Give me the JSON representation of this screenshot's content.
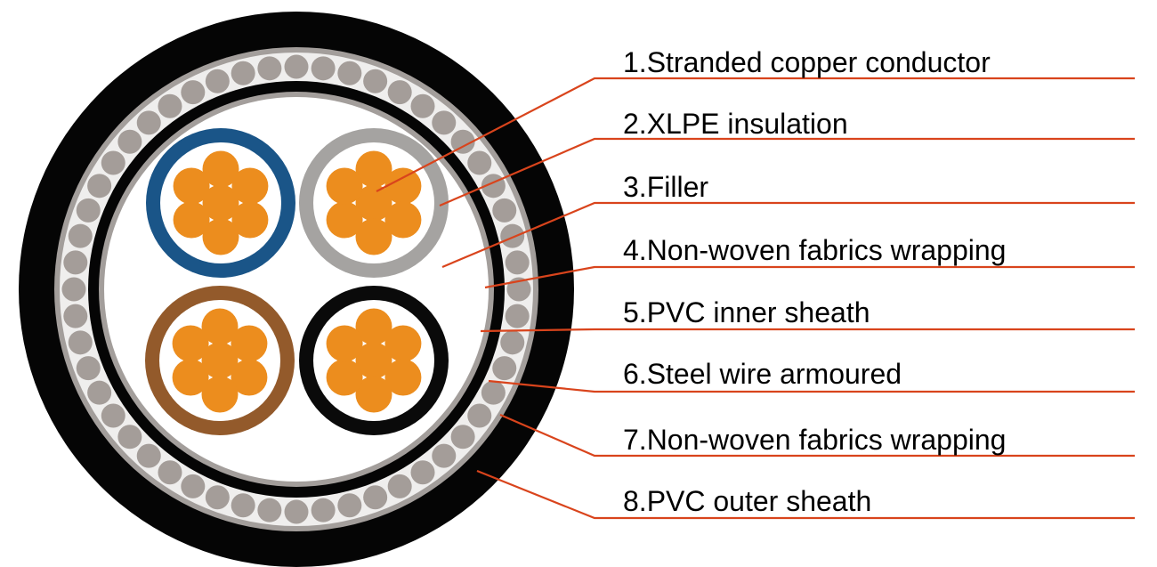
{
  "colors": {
    "leader": "#d9441c",
    "outer_sheath": "#050505",
    "wrap": "#a39e9b",
    "armour_bg": "#efeeed",
    "armour_wire": "#a49d99",
    "inner_sheath": "#050505",
    "filler": "#ffffff",
    "copper": "#ec8d1e",
    "core_blue": "#1a5588",
    "core_grey": "#a5a3a1",
    "core_brown": "#935a2b",
    "core_black": "#0a0a0a"
  },
  "cores": [
    {
      "name": "core-blue",
      "insulation_color": "blue"
    },
    {
      "name": "core-grey",
      "insulation_color": "grey"
    },
    {
      "name": "core-brown",
      "insulation_color": "brown"
    },
    {
      "name": "core-black",
      "insulation_color": "black"
    }
  ],
  "labels": [
    {
      "number": 1,
      "text": "1.Stranded copper conductor"
    },
    {
      "number": 2,
      "text": "2.XLPE insulation"
    },
    {
      "number": 3,
      "text": "3.Filler"
    },
    {
      "number": 4,
      "text": "4.Non-woven fabrics wrapping"
    },
    {
      "number": 5,
      "text": "5.PVC inner sheath"
    },
    {
      "number": 6,
      "text": "6.Steel wire armoured"
    },
    {
      "number": 7,
      "text": "7.Non-woven fabrics wrapping"
    },
    {
      "number": 8,
      "text": "8.PVC outer sheath"
    }
  ]
}
